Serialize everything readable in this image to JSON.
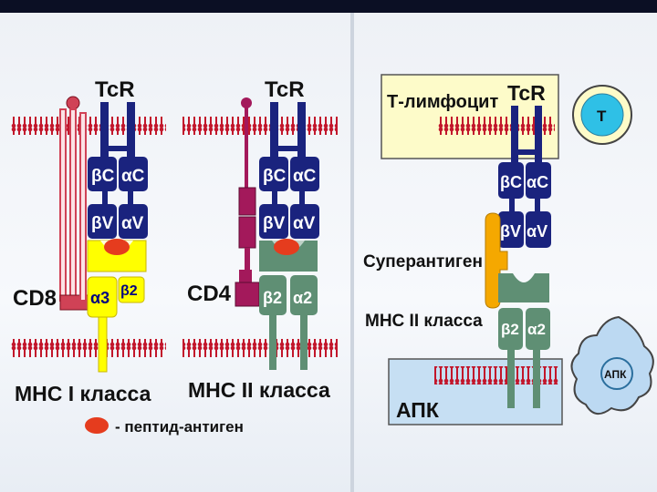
{
  "labels": {
    "tcr": "TcR",
    "cd8": "CD8",
    "cd4": "CD4",
    "mhc1": "МНС I класса",
    "mhc2": "МНС II класса",
    "legend_text": "- пептид-антиген",
    "t_lymphocyte": "Т-лимфоцит",
    "superantigen": "Суперантиген",
    "mhc2_right": "МНС II класса",
    "apk": "АПК",
    "t_cell": "Т",
    "apk_cell": "АПК"
  },
  "domains": {
    "bc": "βC",
    "ac": "αC",
    "bv": "βV",
    "av": "αV",
    "a3": "α3",
    "b2": "β2",
    "a2": "α2"
  },
  "colors": {
    "tcr": "#1a237e",
    "mhc1": "#ffff00",
    "mhc2": "#5f8f74",
    "cd8": "#d04256",
    "cd4": "#a3195b",
    "peptide": "#e53c1e",
    "superantigen": "#f5a800",
    "membrane": "#c2162b",
    "t_box": "#fdfbc9",
    "apk_box": "#c6dff3",
    "t_cell": "#2fc0e6",
    "apk_cell": "#bcd9f2"
  }
}
